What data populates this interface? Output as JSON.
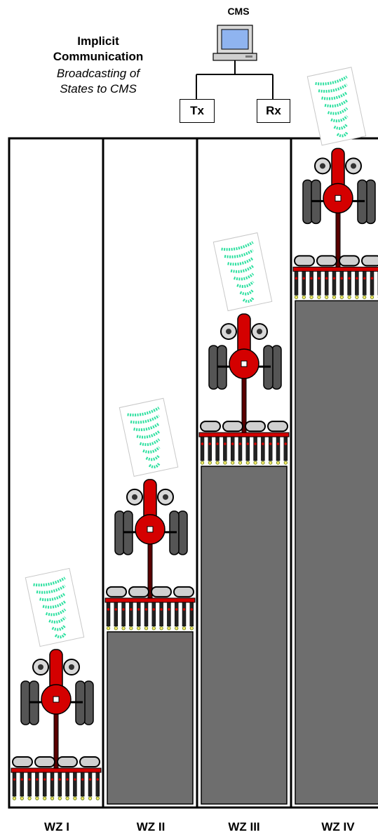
{
  "header": {
    "title_line1": "Implicit",
    "title_line2": "Communication",
    "subtitle_line1": "Broadcasting of",
    "subtitle_line2": "States to CMS"
  },
  "cms": {
    "label": "CMS",
    "tx_label": "Tx",
    "rx_label": "Rx"
  },
  "zones": [
    {
      "label": "WZ I",
      "worked_fraction": 0.0
    },
    {
      "label": "WZ II",
      "worked_fraction": 0.26
    },
    {
      "label": "WZ III",
      "worked_fraction": 0.51
    },
    {
      "label": "WZ IV",
      "worked_fraction": 0.76
    }
  ],
  "colors": {
    "worked_area": "#6e6e6e",
    "tractor_body": "#d40000",
    "tire": "#555555",
    "signal": "#2ee0a0",
    "monitor_screen": "#8fb4f0"
  }
}
